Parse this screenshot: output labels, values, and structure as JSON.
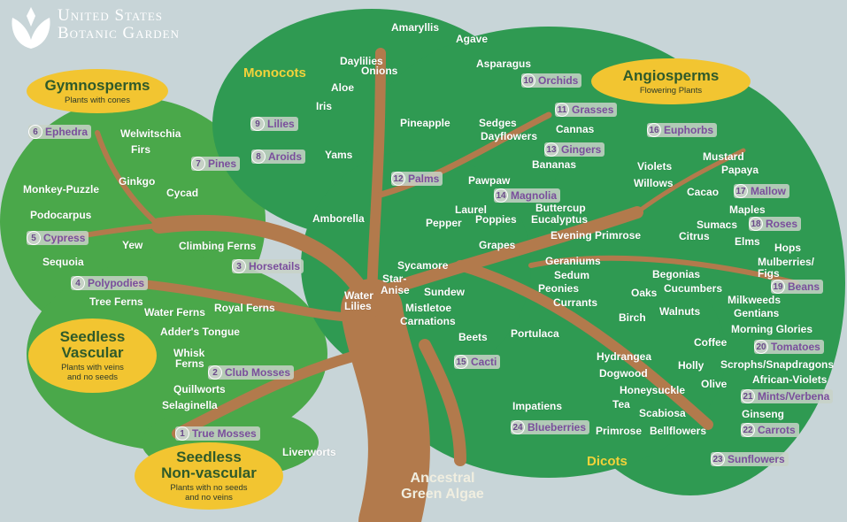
{
  "logo": {
    "line1": "United States",
    "line2": "Botanic Garden"
  },
  "callouts": {
    "gymnosperms": {
      "title": "Gymnosperms",
      "subtitle": "Plants with cones"
    },
    "angiosperms": {
      "title": "Angiosperms",
      "subtitle": "Flowering Plants"
    },
    "seedless_vascular": {
      "title1": "Seedless",
      "title2": "Vascular",
      "subtitle1": "Plants with veins",
      "subtitle2": "and no seeds"
    },
    "seedless_nonvascular": {
      "title1": "Seedless",
      "title2": "Non-vascular",
      "subtitle1": "Plants with no seeds",
      "subtitle2": "and no veins"
    }
  },
  "sections": {
    "monocots": "Monocots",
    "dicots": "Dicots",
    "algae1": "Ancestral",
    "algae2": "Green Algae"
  },
  "numbered": [
    {
      "n": "1",
      "name": "True Mosses"
    },
    {
      "n": "2",
      "name": "Club Mosses"
    },
    {
      "n": "3",
      "name": "Horsetails"
    },
    {
      "n": "4",
      "name": "Polypodies"
    },
    {
      "n": "5",
      "name": "Cypress"
    },
    {
      "n": "6",
      "name": "Ephedra"
    },
    {
      "n": "7",
      "name": "Pines"
    },
    {
      "n": "8",
      "name": "Aroids"
    },
    {
      "n": "9",
      "name": "Lilies"
    },
    {
      "n": "10",
      "name": "Orchids"
    },
    {
      "n": "11",
      "name": "Grasses"
    },
    {
      "n": "12",
      "name": "Palms"
    },
    {
      "n": "13",
      "name": "Gingers"
    },
    {
      "n": "14",
      "name": "Magnolia"
    },
    {
      "n": "15",
      "name": "Cacti"
    },
    {
      "n": "16",
      "name": "Euphorbs"
    },
    {
      "n": "17",
      "name": "Mallow"
    },
    {
      "n": "18",
      "name": "Roses"
    },
    {
      "n": "19",
      "name": "Beans"
    },
    {
      "n": "20",
      "name": "Tomatoes"
    },
    {
      "n": "21",
      "name": "Mints/Verbena"
    },
    {
      "n": "22",
      "name": "Carrots"
    },
    {
      "n": "23",
      "name": "Sunflowers"
    },
    {
      "n": "24",
      "name": "Blueberries"
    }
  ],
  "labels": [
    "Amaryllis",
    "Agave",
    "Onions",
    "Asparagus",
    "Daylilies",
    "Aloe",
    "Iris",
    "Pineapple",
    "Sedges",
    "Cannas",
    "Dayflowers",
    "Bananas",
    "Yams",
    "Welwitschia",
    "Firs",
    "Ginkgo",
    "Cycad",
    "Monkey-Puzzle",
    "Podocarpus",
    "Yew",
    "Sequoia",
    "Climbing Ferns",
    "Amborella",
    "Pawpaw",
    "Laurel",
    "Poppies",
    "Pepper",
    "Buttercup",
    "Eucalyptus",
    "Evening Primrose",
    "Grapes",
    "Violets",
    "Willows",
    "Mustard",
    "Papaya",
    "Cacao",
    "Maples",
    "Sumacs",
    "Citrus",
    "Elms",
    "Hops",
    "Mulberries/",
    "Figs",
    "Sycamore",
    "Star-",
    "Anise",
    "Water",
    "Lilies",
    "Sundew",
    "Mistletoe",
    "Carnations",
    "Beets",
    "Portulaca",
    "Geraniums",
    "Sedum",
    "Peonies",
    "Currants",
    "Begonias",
    "Cucumbers",
    "Oaks",
    "Birch",
    "Walnuts",
    "Milkweeds",
    "Gentians",
    "Morning Glories",
    "Coffee",
    "Holly",
    "Scrophs/Snapdragons",
    "African-Violets",
    "Olive",
    "Hydrangea",
    "Dogwood",
    "Honeysuckle",
    "Tea",
    "Scabiosa",
    "Ginseng",
    "Impatiens",
    "Primrose",
    "Bellflowers",
    "Tree Ferns",
    "Water Ferns",
    "Royal Ferns",
    "Adder's Tongue",
    "Whisk",
    "Ferns",
    "Quillworts",
    "Selaginella",
    "Liverworts"
  ],
  "colors": {
    "background": "#c8d5d8",
    "canopy": "#2f9a52",
    "canopy_light": "#4aa84a",
    "trunk": "#b27a4c",
    "callout": "#f2c531",
    "number_text": "#7a4e9c"
  }
}
